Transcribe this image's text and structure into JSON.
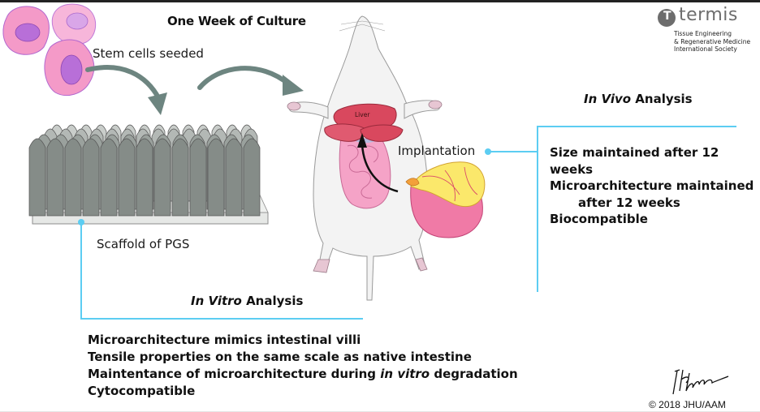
{
  "title": "One Week of Culture",
  "labels": {
    "stem_cells": "Stem cells seeded",
    "scaffold": "Scaffold of PGS",
    "implantation": "Implantation",
    "liver": "Liver"
  },
  "in_vivo": {
    "title_italic": "In Vivo",
    "title_rest": " Analysis",
    "items": [
      "Size maintained after 12 weeks",
      "Microarchitecture maintained",
      "after 12 weeks",
      "Biocompatible"
    ]
  },
  "in_vitro": {
    "title_italic": "In Vitro",
    "title_rest": " Analysis",
    "items": [
      "Microarchitecture mimics intestinal villi",
      "Tensile properties on the same scale as native intestine"
    ],
    "item3_before": "Maintentance of microarchitecture during ",
    "item3_italic": "in vitro",
    "item3_after": " degradation",
    "item4": "Cytocompatible"
  },
  "logo": {
    "name": "termis",
    "mark": "T",
    "line1": "Tissue Engineering",
    "line2": "& Regenerative Medicine",
    "line3": "International Society"
  },
  "copyright": "© 2018 JHU/AAM",
  "colors": {
    "bracket": "#5ccdf2",
    "arrow": "#6d8580",
    "cell_pink": "#f49ac8",
    "nucleus": "#b86fd8",
    "liver": "#d9485e",
    "intestine": "#f5a3c7",
    "fat": "#fbe86b",
    "villi": "#8a9490"
  }
}
